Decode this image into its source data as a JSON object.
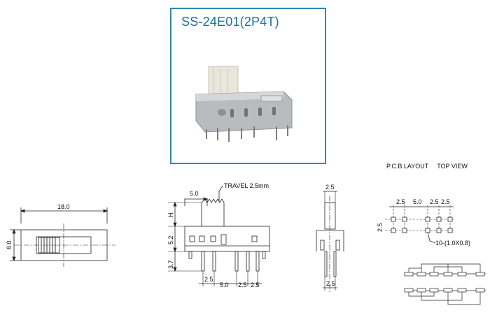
{
  "model_title": "SS-24E01(2P4T)",
  "pcb": {
    "heading_left": "P.C.B LAYOUT",
    "heading_right": "TOP VIEW",
    "hole_note": "10-(1.0X0.8)",
    "dim_a": "2.5",
    "dim_b": "5.0",
    "dim_c": "2.5",
    "dim_d": "2.5",
    "dim_side": "2.5"
  },
  "top_view": {
    "width": "18.0",
    "height": "6.0"
  },
  "front_view": {
    "knob_width": "5.0",
    "travel": "TRAVEL 2.5mm",
    "h": "H",
    "body_h": "5.2",
    "pin_h": "3.7",
    "pitch_a": "2.5",
    "pitch_b": "5.0",
    "pitch_c": "2.5",
    "pitch_d": "2.5"
  },
  "side_view": {
    "top_width": "2.5",
    "bottom_width": "2.5"
  }
}
